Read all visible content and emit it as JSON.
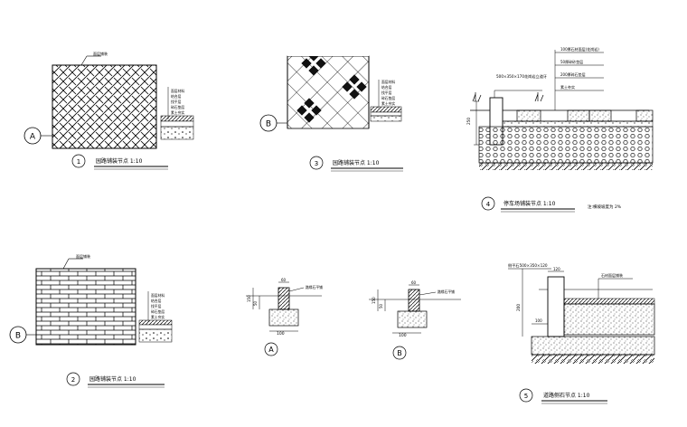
{
  "drawings": {
    "d1": {
      "marker": "A",
      "callout_top": "面层铺装",
      "layers": [
        "面层材料",
        "结合层",
        "找平层",
        "碎石垫层",
        "素土夯实"
      ],
      "index": "1",
      "title": "园路铺装节点 1:10"
    },
    "d2": {
      "marker": "B",
      "layers": [
        "面层材料",
        "结合层",
        "找平层",
        "碎石垫层",
        "素土夯实"
      ],
      "index": "3",
      "title": "园路铺装节点 1:10"
    },
    "d3": {
      "stone_label": "500×350×170花岗岩立道牙",
      "layers": [
        "100厚石材面层(花岗岩)",
        "50厚碎砂垫层",
        "200厚碎石垫层",
        "素土夯实"
      ],
      "dim_height": "250",
      "index": "4",
      "title": "停车场铺装节点 1:10",
      "note": "注:横坡坡度为 2%"
    },
    "d4": {
      "marker": "B",
      "callout_top": "面层铺装",
      "layers": [
        "面层材料",
        "结合层",
        "找平层",
        "碎石垫层",
        "素土夯实"
      ],
      "index": "2",
      "title": "园路铺装节点 1:10"
    },
    "d5": {
      "marker": "A",
      "dim_top": "60",
      "dim_side_1": "150",
      "dim_side_2": "50",
      "dim_bottom": "100",
      "callout": "路缘石平铺"
    },
    "d6": {
      "marker": "B",
      "dim_top": "60",
      "dim_side_1": "150",
      "dim_side_2": "50",
      "dim_bottom": "100",
      "callout": "路缘石平铺"
    },
    "d7": {
      "stone_label": "侧平石500×350×120",
      "right_label": "石材面层铺装",
      "dim_top": "120",
      "dim_height": "200",
      "dim_bottom": "100",
      "index": "5",
      "title": "道路侧石节点 1:10"
    }
  }
}
